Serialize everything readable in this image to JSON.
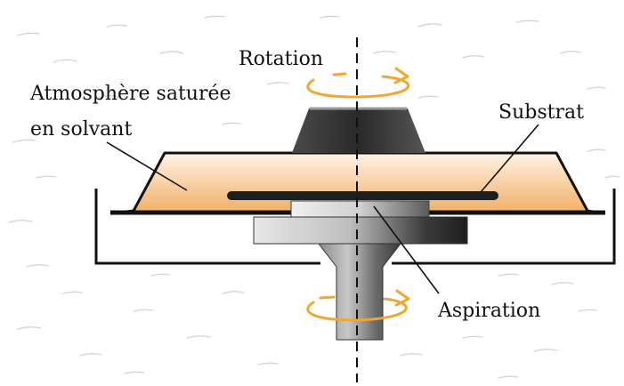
{
  "labels": {
    "rotation": "Rotation",
    "atmosphere_line1": "Atmosphère saturée",
    "atmosphere_line2": "en solvant",
    "substrate": "Substrat",
    "suction": "Aspiration"
  },
  "colors": {
    "background": "#ffffff",
    "background_streaks": "#d5d5d5",
    "rotation_arrow": "#f2a530",
    "solvent_top": "#fff4e6",
    "solvent_bottom": "#f2b06a",
    "outline": "#111111",
    "metal_dark": "#2c2c2c",
    "metal_light": "#e0e0e0",
    "axis": "#111111"
  }
}
